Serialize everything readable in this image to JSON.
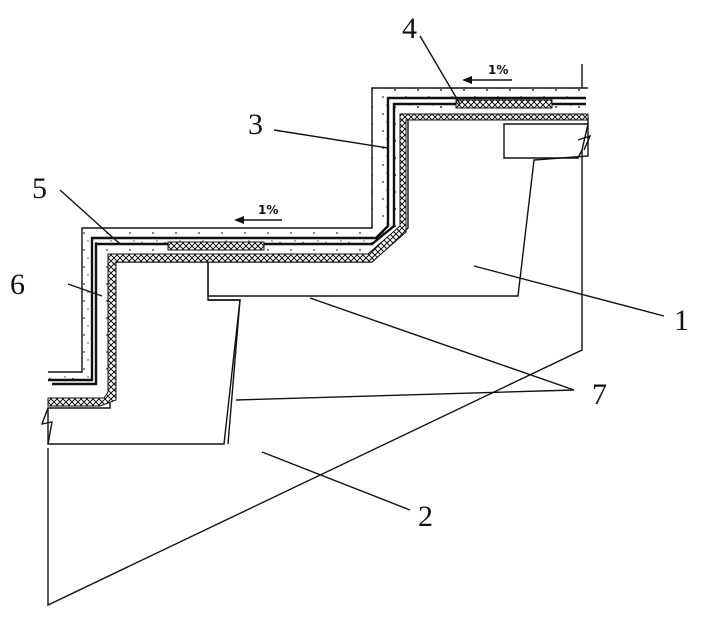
{
  "labels": {
    "l1": "1",
    "l2": "2",
    "l3": "3",
    "l4": "4",
    "l5": "5",
    "l6": "6",
    "l7": "7"
  },
  "slopes": {
    "upper": "1%",
    "lower": "1%"
  }
}
